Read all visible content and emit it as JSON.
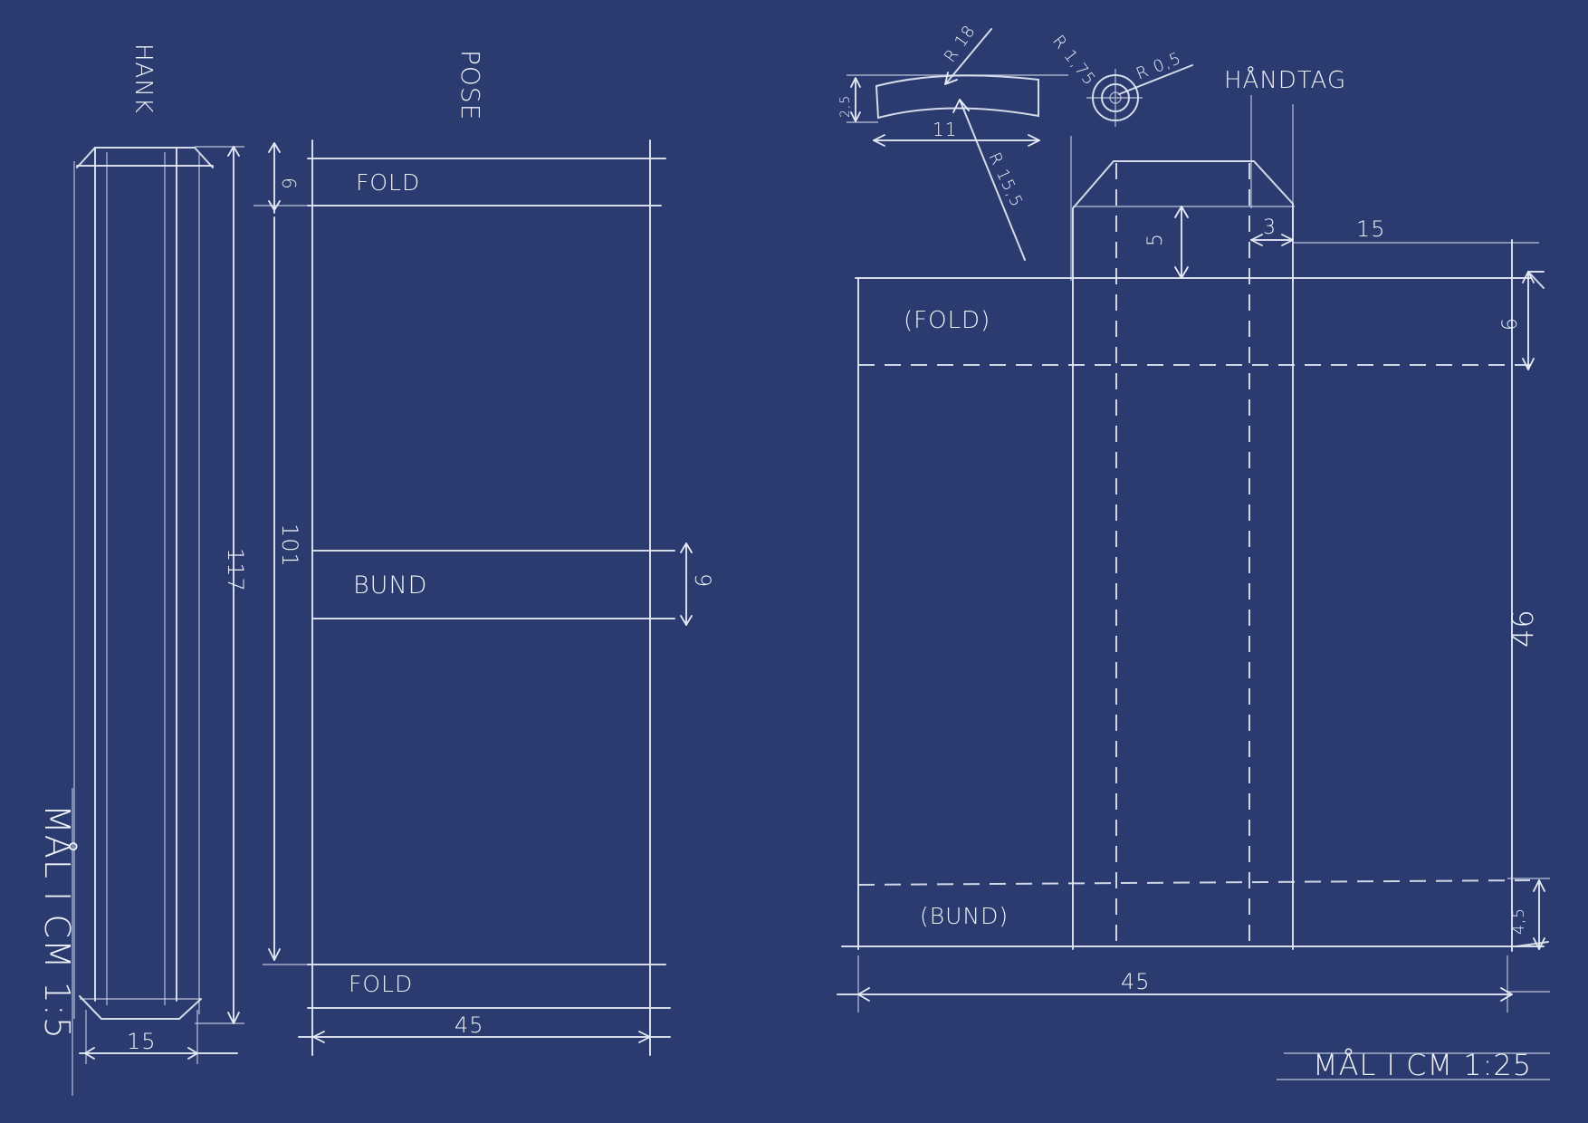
{
  "hank": {
    "title": "HANK",
    "height": "117",
    "width": "15"
  },
  "pose": {
    "title": "POSE",
    "fold_top": "FOLD",
    "fold_dim": "6",
    "length": "101",
    "bund": "BUND",
    "bund_dim": "9",
    "fold_bottom": "FOLD",
    "width": "45"
  },
  "scale_left": "MÅL I CM 1:5",
  "handtag": {
    "title": "HÅNDTAG",
    "r18": "R 18",
    "h25": "2,5",
    "w11": "11",
    "r155": "R 15,5",
    "r175": "R 1,75",
    "r05": "R 0,5"
  },
  "assembly": {
    "fold": "(FOLD)",
    "bund": "(BUND)",
    "d5": "5",
    "d3": "3",
    "d15": "15",
    "d6": "6",
    "d46": "46",
    "d45h": "4,5",
    "width": "45"
  },
  "scale_right": "MÅL I CM 1:25"
}
